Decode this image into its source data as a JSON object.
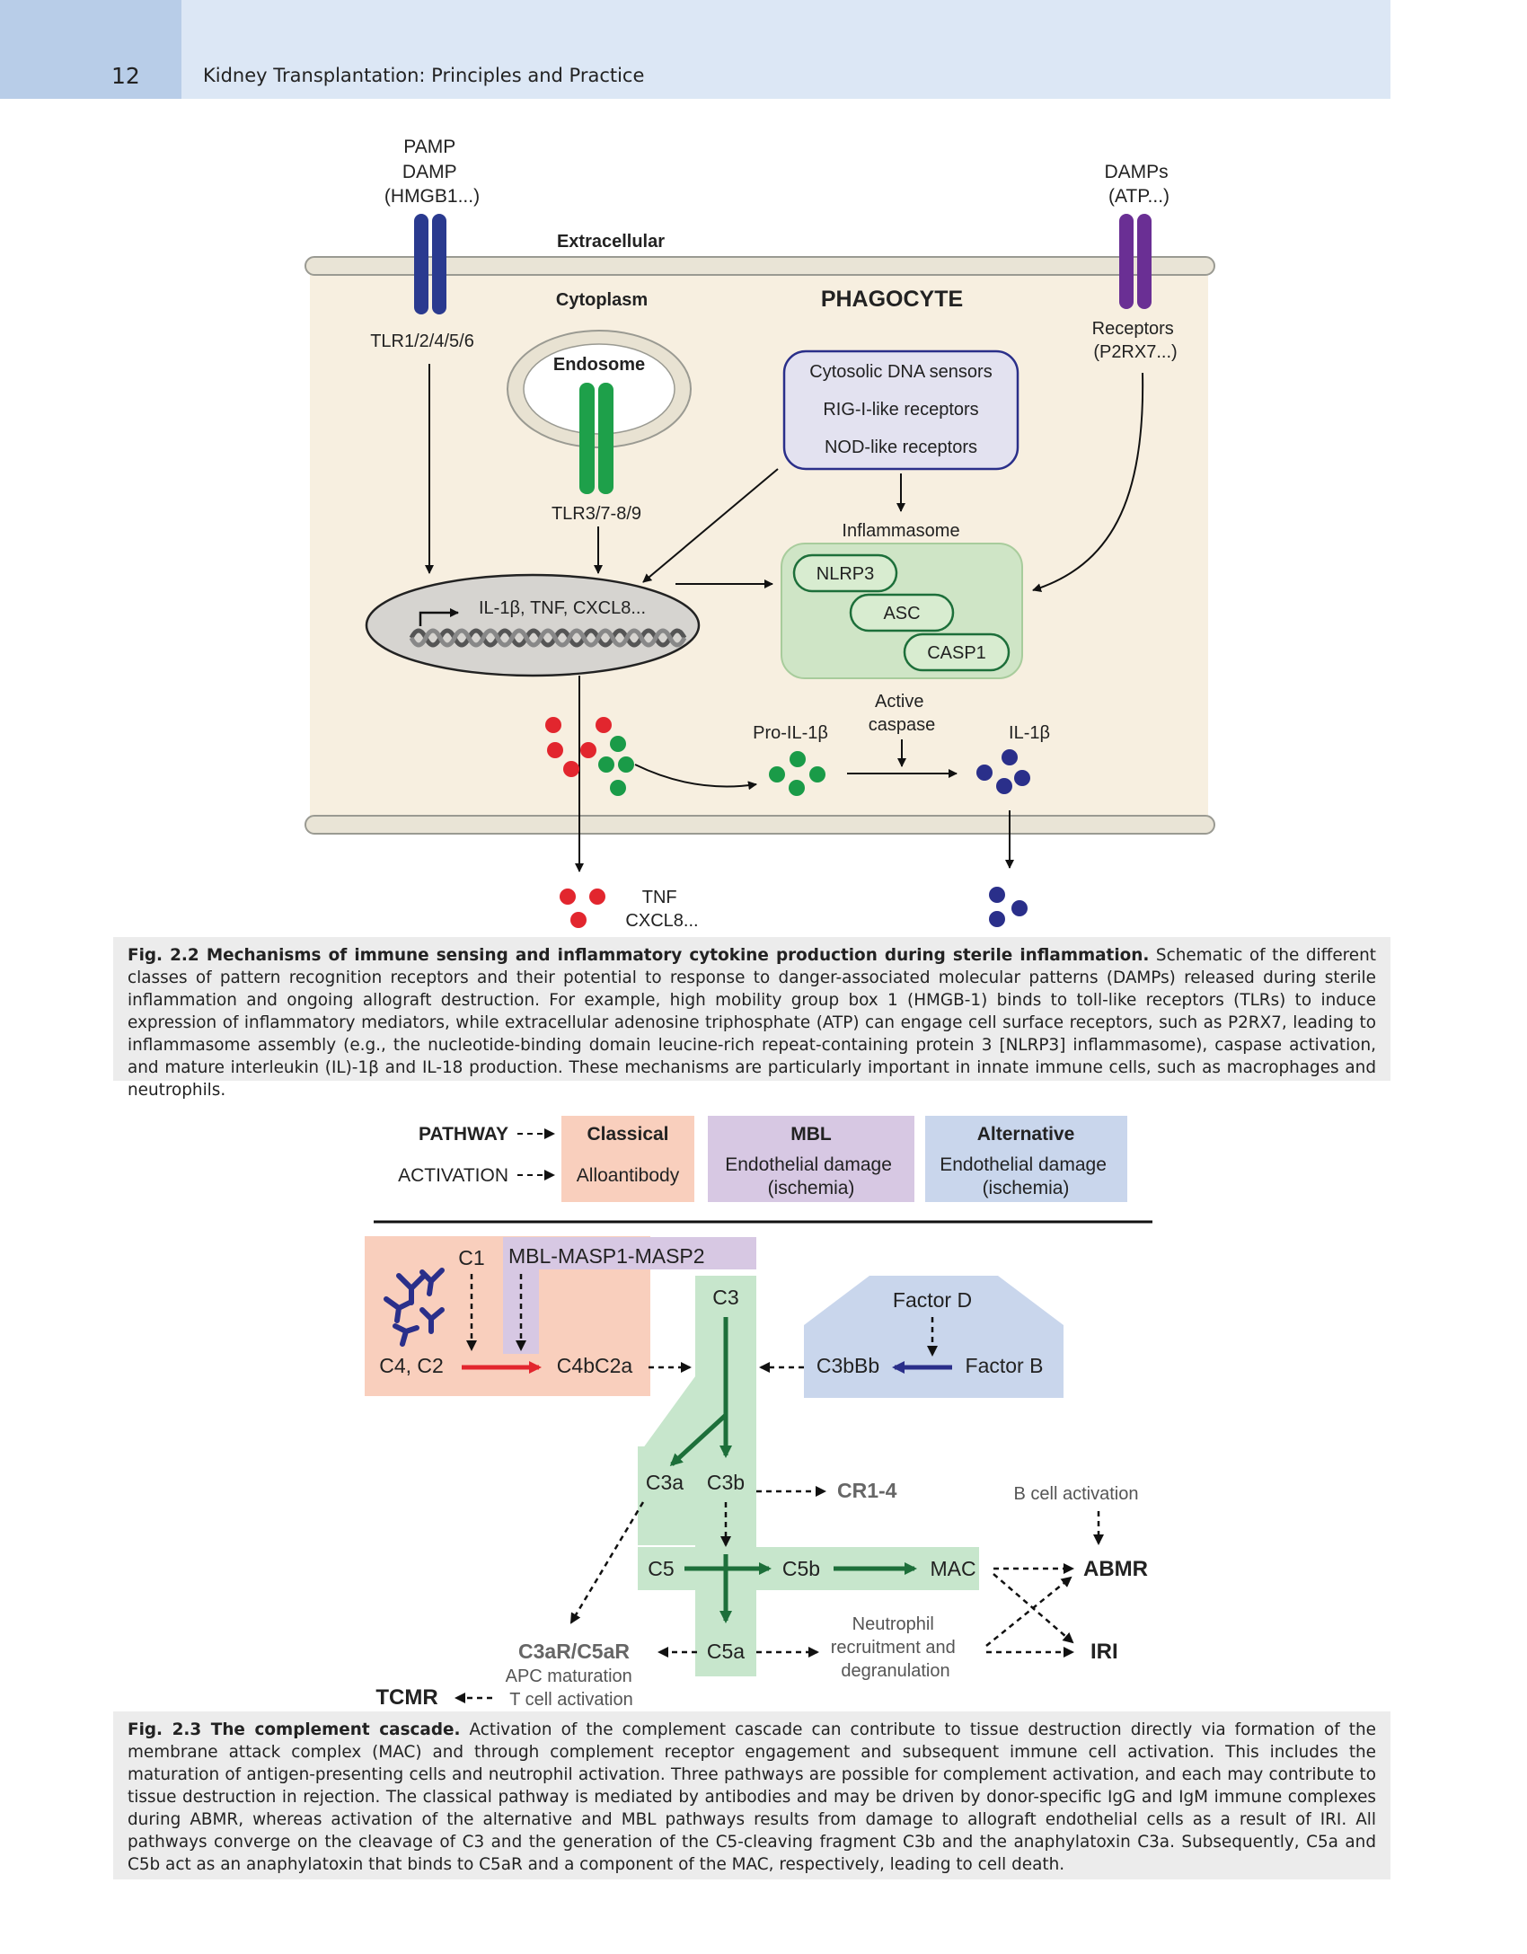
{
  "header": {
    "page_number": "12",
    "book_title": "Kidney Transplantation: Principles and Practice"
  },
  "fig22": {
    "pamp_lines": [
      "PAMP",
      "DAMP",
      "(HMGB1...)"
    ],
    "damps_lines": [
      "DAMPs",
      "(ATP...)"
    ],
    "extracellular": "Extracellular",
    "cytoplasm": "Cytoplasm",
    "phagocyte": "PHAGOCYTE",
    "tlr_surface": "TLR1/2/4/5/6",
    "receptors_lines": [
      "Receptors",
      "(P2RX7...)"
    ],
    "endosome": "Endosome",
    "tlr_endosome": "TLR3/7-8/9",
    "sensors": [
      "Cytosolic DNA sensors",
      "RIG-I-like receptors",
      "NOD-like receptors"
    ],
    "inflammasome": "Inflammasome",
    "inflammasome_parts": [
      "NLRP3",
      "ASC",
      "CASP1"
    ],
    "nucleus_genes": "IL-1β, TNF, CXCL8...",
    "pro_il1b": "Pro-IL-1β",
    "active_caspase_lines": [
      "Active",
      "caspase"
    ],
    "il1b": "IL-1β",
    "secreted_lines": [
      "TNF",
      "CXCL8..."
    ],
    "caption_title": "Fig. 2.2  Mechanisms of immune sensing and inflammatory cytokine production during sterile inflammation.",
    "caption_body": " Schematic of the different classes of pattern recognition receptors and their potential to response to danger-associated molecular patterns (DAMPs) released during sterile inflammation and ongoing allograft destruction. For example, high mobility group box 1 (HMGB-1) binds to toll-like receptors (TLRs) to induce expression of inflammatory mediators, while extracellular adenosine triphosphate (ATP) can engage cell surface receptors, such as P2RX7, leading to inflammasome assembly (e.g., the nucleotide-binding domain leucine-rich repeat-containing protein 3 [NLRP3] inflammasome), caspase activation, and mature interleukin (IL)-1β and IL-18 production. These mechanisms are particularly important in innate immune cells, such as macrophages and neutrophils."
  },
  "fig23": {
    "pathway_label": "PATHWAY",
    "activation_label": "ACTIVATION",
    "classical": {
      "name": "Classical",
      "activation": "Alloantibody"
    },
    "mbl": {
      "name": "MBL",
      "activation_lines": [
        "Endothelial damage",
        "(ischemia)"
      ]
    },
    "alternative": {
      "name": "Alternative",
      "activation_lines": [
        "Endothelial damage",
        "(ischemia)"
      ]
    },
    "c1": "C1",
    "mbl_masp": "MBL-MASP1-MASP2",
    "c4c2": "C4, C2",
    "c4bc2a": "C4bC2a",
    "c3": "C3",
    "factor_d": "Factor D",
    "factor_b": "Factor B",
    "c3bbb": "C3bBb",
    "c3a": "C3a",
    "c3b": "C3b",
    "cr14": "CR1-4",
    "b_cell": "B cell activation",
    "c5": "C5",
    "c5b": "C5b",
    "mac": "MAC",
    "abmr": "ABMR",
    "iri": "IRI",
    "c3ar_c5ar": "C3aR/C5aR",
    "c5a": "C5a",
    "neutrophil_lines": [
      "Neutrophil",
      "recruitment and",
      "degranulation"
    ],
    "tcmr": "TCMR",
    "apc_lines": [
      "APC maturation",
      "T cell activation"
    ],
    "caption_title": "Fig. 2.3  The complement cascade.",
    "caption_body": " Activation of the complement cascade can contribute to tissue destruction directly via formation of the membrane attack complex (MAC) and through complement receptor engagement and subsequent immune cell activation. This includes the maturation of antigen-presenting cells and neutrophil activation. Three pathways are possible for complement activation, and each may contribute to tissue destruction in rejection. The classical pathway is mediated by antibodies and may be driven by donor-specific IgG and IgM immune complexes during ABMR, whereas activation of the alternative and MBL pathways results from damage to allograft endothelial cells as a result of IRI. All pathways converge on the cleavage of C3 and the generation of the C5-cleaving fragment C3b and the anaphylatoxin C3a. Subsequently, C5a and C5b act as an anaphylatoxin that binds to C5aR and a component of the MAC, respectively, leading to cell death."
  },
  "colors": {
    "header_dark": "#b8cde8",
    "header_light": "#dce7f5",
    "cell": "#f7efe0",
    "tlr_blue": "#2a3a8f",
    "tlr_purple": "#6a2f94",
    "tlr_green": "#1ea04a",
    "inflammasome": "#cfe5c6",
    "red_dot": "#e2262e",
    "green_dot": "#1a9b48",
    "blue_dot": "#2a2f8a",
    "classical_bg": "#f9cfbd",
    "mbl_bg": "#d7c8e3",
    "alt_bg": "#c9d6ec",
    "c3_bg": "#c7e6cc",
    "arrow_green": "#1d6f3a",
    "arrow_red": "#e2262e",
    "arrow_blue": "#2a2f8a"
  }
}
